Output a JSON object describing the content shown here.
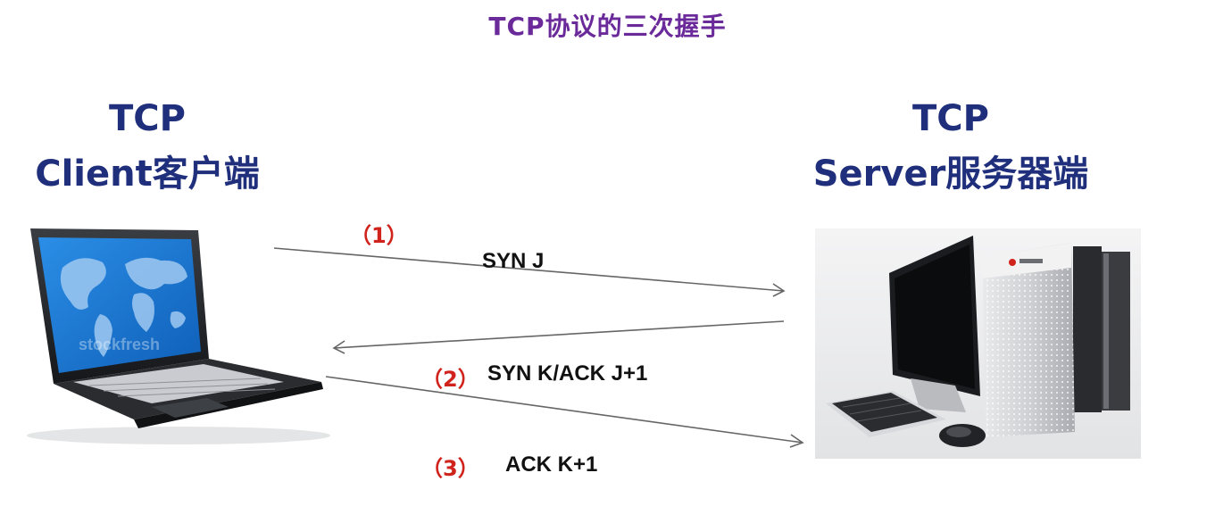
{
  "title": "TCP协议的三次握手",
  "client": {
    "line1": "TCP",
    "line2": "Client客户端"
  },
  "server": {
    "line1": "TCP",
    "line2": "Server服务器端"
  },
  "steps": [
    {
      "number": "（1）",
      "message": "SYN J",
      "direction": "client-to-server"
    },
    {
      "number": "（2）",
      "message": "SYN K/ACK J+1",
      "direction": "server-to-client"
    },
    {
      "number": "（3）",
      "message": "ACK K+1",
      "direction": "client-to-server"
    }
  ],
  "watermark": "stockfresh",
  "colors": {
    "title": "#6a2a9a",
    "node_title": "#1f2f7c",
    "step_number": "#d0231c",
    "arrow": "#666666",
    "screen": "#1f7fd8"
  },
  "icons": {
    "client": "laptop-icon",
    "server": "desktop-computer-icon"
  }
}
